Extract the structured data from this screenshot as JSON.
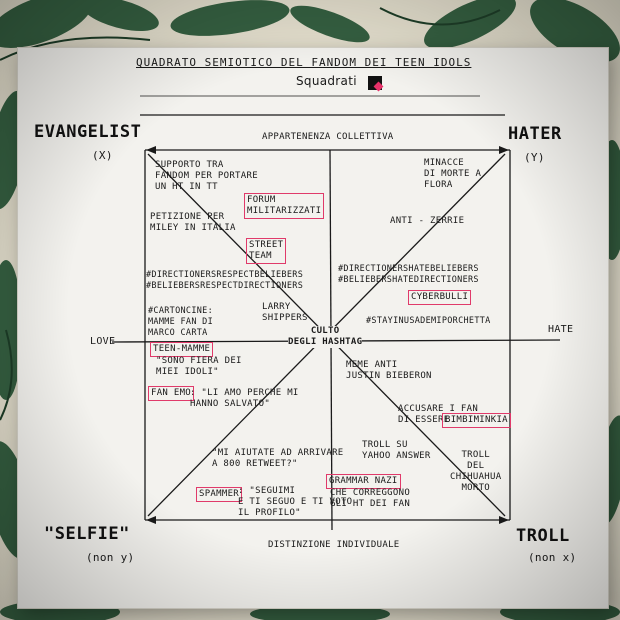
{
  "title": "QUADRATO SEMIOTICO DEL FANDOM DEI TEEN IDOLS",
  "brand": "Squadrati",
  "corners": {
    "evangelist": "EVANGELIST",
    "evangelist_sub": "(X)",
    "hater": "HATER",
    "hater_sub": "(Y)",
    "selfie": "\"SELFIE\"",
    "selfie_sub": "(non y)",
    "troll": "TROLL",
    "troll_sub": "(non x)"
  },
  "axes": {
    "top": "APPARTENENZA COLLETTIVA",
    "bottom": "DISTINZIONE INDIVIDUALE",
    "left": "LOVE",
    "right": "HATE",
    "center": "CULTO\nDEGLI HASHTAG"
  },
  "notes": {
    "supporto": "SUPPORTO TRA\nFANDOM PER PORTARE\nUN HT IN TT",
    "forum": "FORUM\nMILITARIZZATI",
    "petizione": "PETIZIONE PER\nMILEY IN ITALIA",
    "street": "STREET\nTEAM",
    "minacce": "MINACCE\nDI MORTE A\nFLORA",
    "antizerrie": "ANTI - ZERRIE",
    "ht1": "#DIRECTIONERSRESPECTBELIEBERS\n#BELIEBERSRESPECTDIRECTIONERS",
    "ht2": "#DIRECTIONERSHATEBELIEBERS\n#BELIEBERSHATEDIRECTIONERS",
    "cyber": "CYBERBULLI",
    "cartoncine": "#CARTONCINE:\nMAMME FAN DI\nMARCO CARTA",
    "larry": "LARRY\nSHIPPERS",
    "stayin": "#STAYINUSADEMIPORCHETTA",
    "teenmamme": "TEEN-MAMME",
    "teenmamme_quote": "\"SONO FIERA DEI\nMIEI IDOLI\"",
    "meme": "MEME ANTI\nJUSTIN BIEBERON",
    "fanemo": "FAN EMO",
    "fanemo_quote": ": \"LI AMO PERCHE MI\nHANNO SALVATO\"",
    "accusare": "ACCUSARE I FAN\nDI ESSERE",
    "bimbi": "BIMBIMINKIA",
    "troll_su": "TROLL SU\nYAHOO ANSWER",
    "troll_del": "TROLL\nDEL\nCHIHUAHUA\nMORTO",
    "aiutate": "\"MI AIUTATE AD ARRIVARE\nA 800 RETWEET?\"",
    "spammer": "SPAMMER",
    "spammer_quote": ": \"SEGUIMI\nE TI SEGUO E TI VOTO\nIL PROFILO\"",
    "grammar": "GRAMMAR NAZI",
    "grammar_rest": "CHE CORREGGONO\nGLI HT DEI FAN"
  }
}
